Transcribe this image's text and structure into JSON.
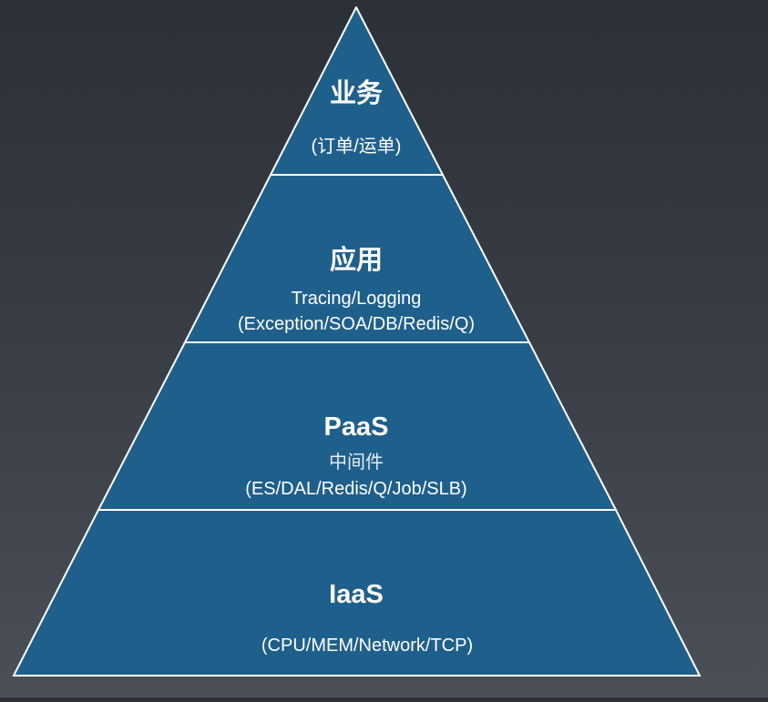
{
  "colors": {
    "tier_fill": "#1f5f8b",
    "divider": "#ffffff",
    "text": "#ffffff"
  },
  "pyramid": {
    "tiers": [
      {
        "title": "业务",
        "subtitle": "(订单/运单)"
      },
      {
        "title": "应用",
        "line1": "Tracing/Logging",
        "line2": "(Exception/SOA/DB/Redis/Q)"
      },
      {
        "title": "PaaS",
        "line1": "中间件",
        "line2": "(ES/DAL/Redis/Q/Job/SLB)"
      },
      {
        "title": "IaaS",
        "subtitle": "(CPU/MEM/Network/TCP)"
      }
    ]
  }
}
